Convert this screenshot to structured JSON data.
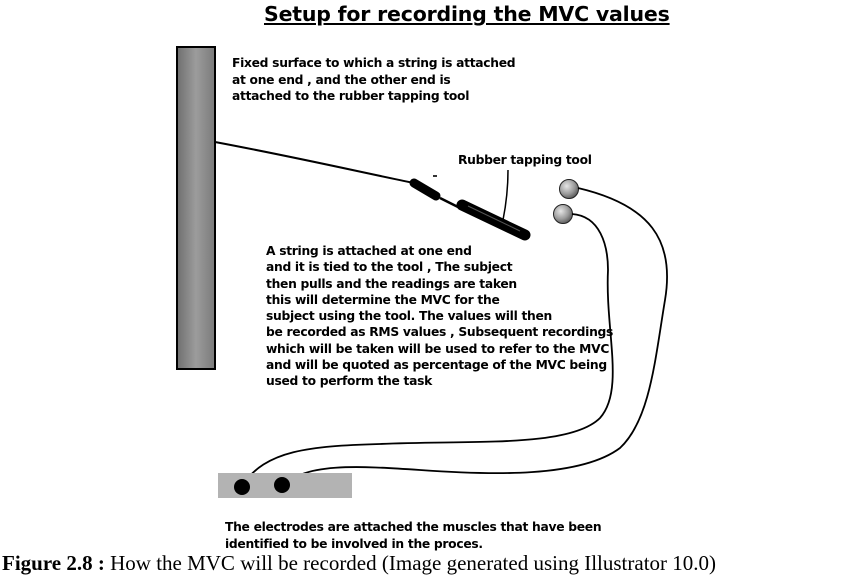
{
  "title": "Setup for recording the MVC values",
  "labels": {
    "fixed_surface": [
      "Fixed surface to which a string is attached",
      "at one end , and the other end is",
      "attached to the rubber tapping tool"
    ],
    "rubber_tool": "Rubber tapping tool",
    "string_note": [
      "A string is attached at one end",
      "and it is tied to the tool , The subject",
      "then pulls and the readings are taken",
      "this will determine the MVC for the",
      "subject using the tool. The values will then",
      "be recorded as RMS values , Subsequent recordings",
      "which will be taken will be used to refer to the MVC",
      "and will be quoted as percentage of the MVC being",
      "used to perform the task"
    ],
    "electrodes_note": [
      "The electrodes are attached the muscles that have been",
      "identified to be involved in the proces."
    ]
  },
  "caption": {
    "label": "Figure 2.8 :",
    "text": " How the MVC will be recorded (Image generated using Illustrator 10.0)"
  },
  "colors": {
    "surface_fill": "#8a8a8a",
    "electrode_pad": "#b3b3b3",
    "tool": "#000000",
    "sensor_ball": "#9a9a9a"
  }
}
